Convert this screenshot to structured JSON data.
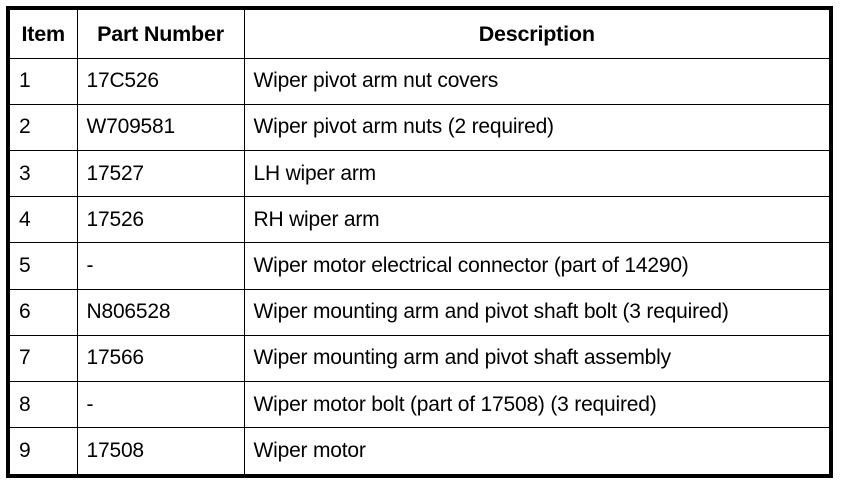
{
  "table": {
    "columns": [
      {
        "key": "item",
        "label": "Item",
        "align": "center"
      },
      {
        "key": "part_number",
        "label": "Part Number",
        "align": "center"
      },
      {
        "key": "description",
        "label": "Description",
        "align": "center"
      }
    ],
    "rows": [
      {
        "item": "1",
        "part_number": "17C526",
        "description": "Wiper pivot arm nut covers"
      },
      {
        "item": "2",
        "part_number": "W709581",
        "description": "Wiper pivot arm nuts (2 required)"
      },
      {
        "item": "3",
        "part_number": "17527",
        "description": "LH wiper arm"
      },
      {
        "item": "4",
        "part_number": "17526",
        "description": "RH wiper arm"
      },
      {
        "item": "5",
        "part_number": "-",
        "description": "Wiper motor electrical connector (part of 14290)"
      },
      {
        "item": "6",
        "part_number": "N806528",
        "description": "Wiper mounting arm and pivot shaft bolt (3 required)"
      },
      {
        "item": "7",
        "part_number": "17566",
        "description": "Wiper mounting arm and pivot shaft assembly"
      },
      {
        "item": "8",
        "part_number": "-",
        "description": "Wiper motor bolt (part of 17508) (3 required)"
      },
      {
        "item": "9",
        "part_number": "17508",
        "description": "Wiper motor"
      }
    ]
  },
  "colors": {
    "background": "#ffffff",
    "text": "#000000",
    "border": "#000000"
  }
}
